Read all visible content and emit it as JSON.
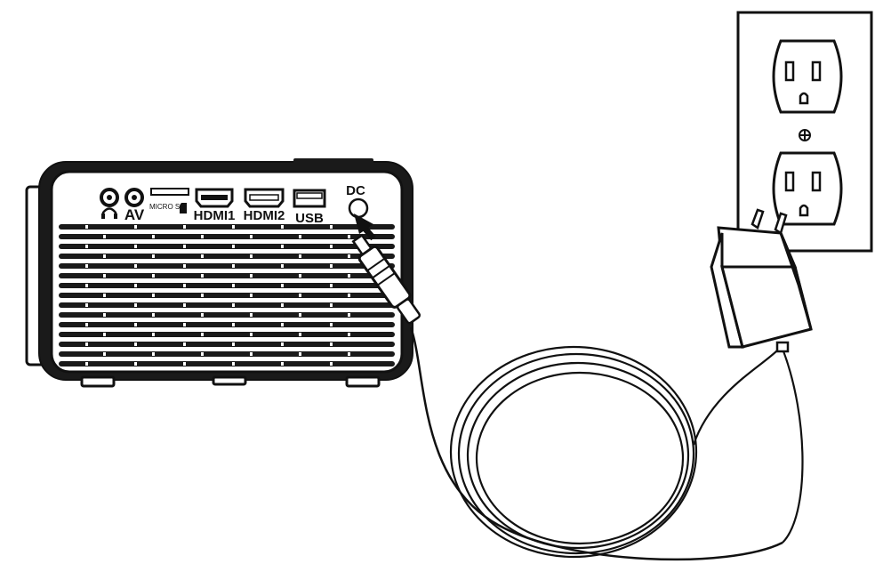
{
  "diagram": {
    "ports": {
      "headphone_icon": "headphone-icon",
      "av": "AV",
      "microsd": "MICRO SD",
      "hdmi1": "HDMI1",
      "hdmi2": "HDMI2",
      "usb": "USB",
      "dc": "DC"
    },
    "colors": {
      "line": "#111111",
      "body": "#1a1a1a",
      "background": "#ffffff"
    }
  }
}
